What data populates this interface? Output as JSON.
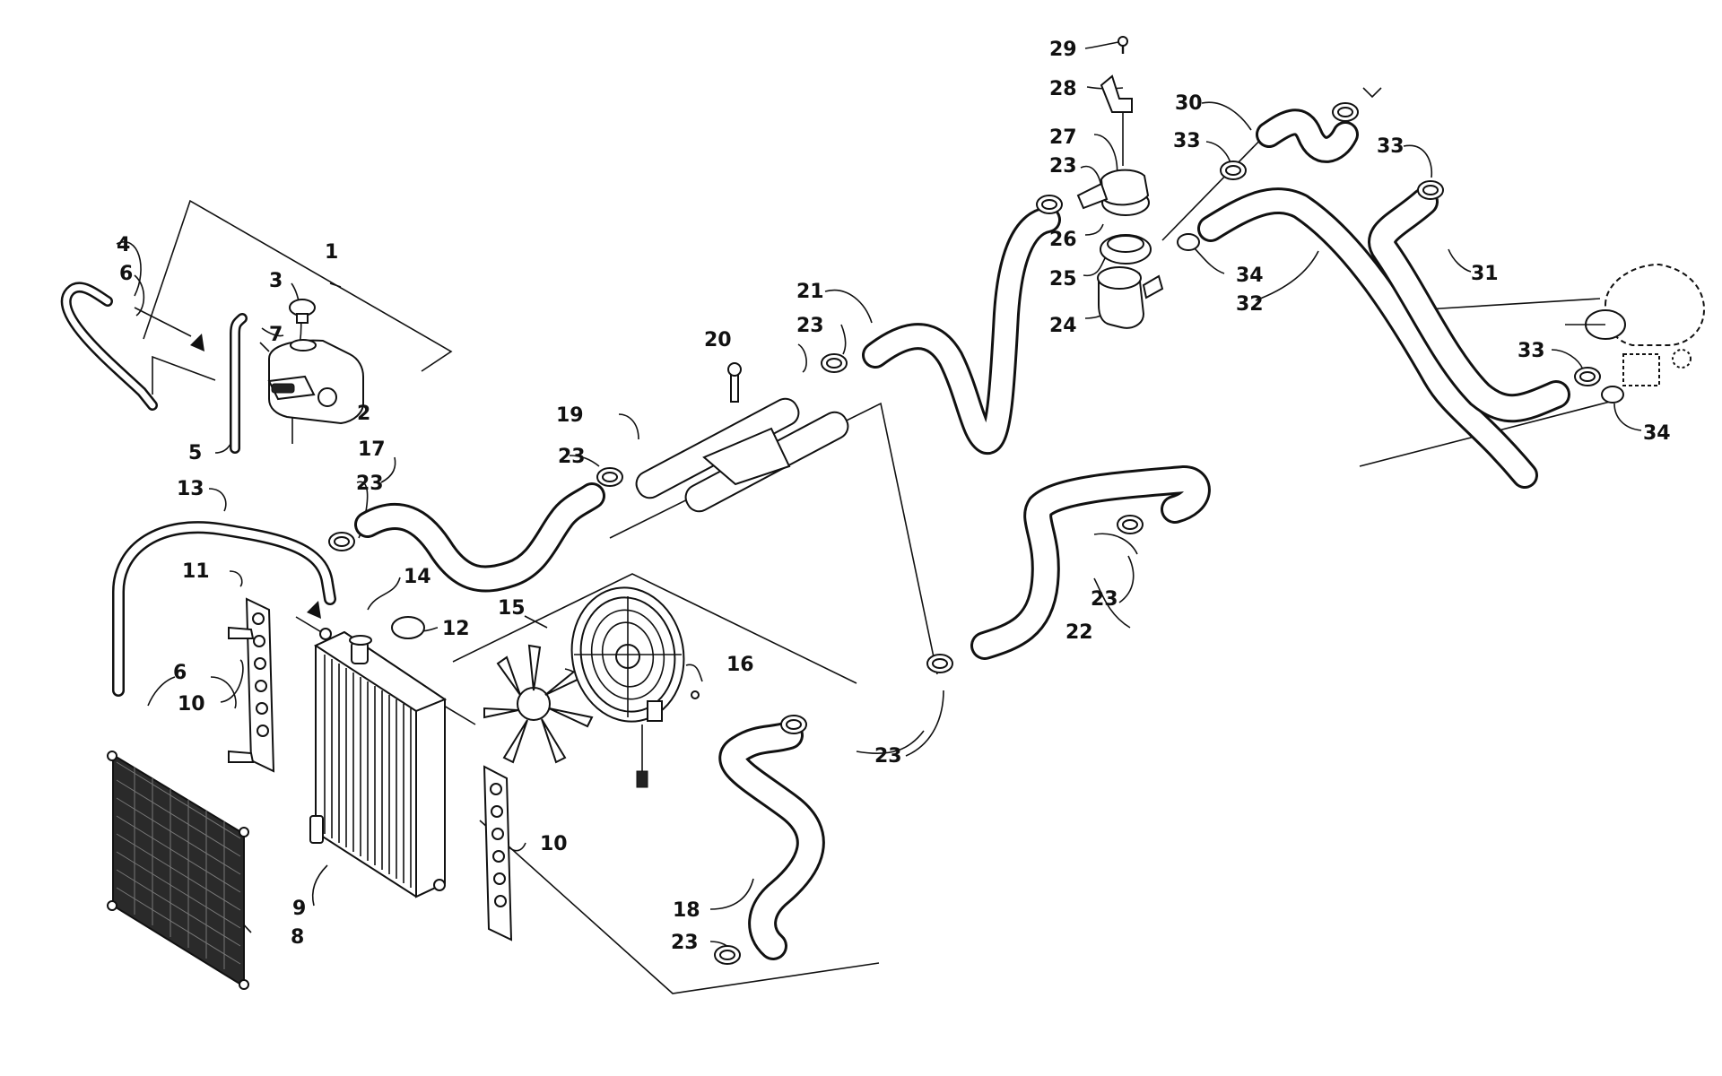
{
  "callouts": [
    "1",
    "2",
    "3",
    "4",
    "5",
    "6",
    "7",
    "8",
    "9",
    "10",
    "11",
    "12",
    "13",
    "14",
    "15",
    "16",
    "17",
    "18",
    "19",
    "20",
    "21",
    "22",
    "23",
    "24",
    "25",
    "26",
    "27",
    "28",
    "29",
    "30",
    "31",
    "32",
    "33",
    "34"
  ],
  "parts": {
    "overflow_tank": "overflow-tank",
    "radiator": "radiator",
    "grille": "radiator-screen",
    "fan": "cooling-fan",
    "fan_shroud": "fan-shroud-motor",
    "thermostat_housing": "thermostat-housing",
    "water_pump": "water-pump-housing"
  }
}
